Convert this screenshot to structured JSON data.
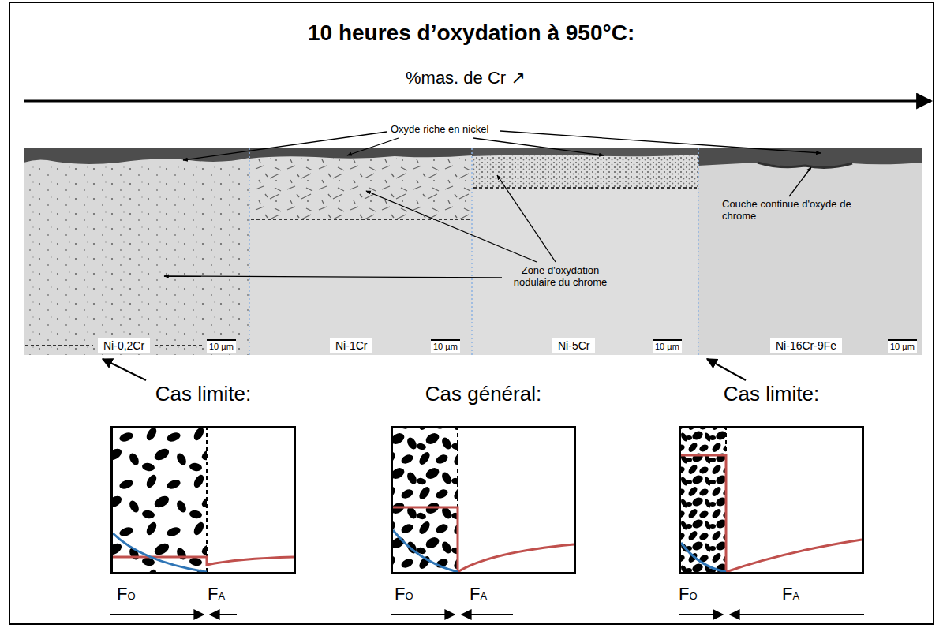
{
  "diagram": {
    "title": "10 heures d’oxydation à 950°C:",
    "nodes": [
      {
        "text": [
          "Cas limite:"
        ]
      },
      {
        "text": [
          "Cas général:"
        ]
      },
      {
        "text": [
          "Cas limite:"
        ]
      }
    ],
    "labels": [
      "%mas. de Cr ↗",
      "Oxyde riche en nickel",
      "Couche continue d'oxyde de chrome",
      "Zone d'oxydation nodulaire du chrome",
      "Ni-0,2Cr",
      "10 µm",
      "Ni-1Cr",
      "10 µm",
      "Ni-5Cr",
      "10 µm",
      "Ni-16Cr-9Fe",
      "10 µm",
      "FO",
      "FA",
      "FO",
      "FA",
      "FO",
      "FA"
    ]
  }
}
